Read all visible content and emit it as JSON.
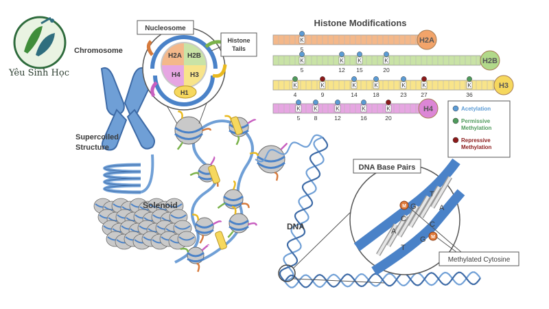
{
  "logo": {
    "text": "Yêu Sinh Học"
  },
  "labels": {
    "chromosome": "Chromosome",
    "supercoiled_1": "Supercoiled",
    "supercoiled_2": "Structure",
    "solenoid": "Solenoid",
    "nucleosome": "Nucleosome",
    "histone_tails_1": "Histone",
    "histone_tails_2": "Tails",
    "dna": "DNA",
    "dna_base_pairs": "DNA Base Pairs",
    "methylated_cytosine": "Methylated Cytosine"
  },
  "nucleosome_core": {
    "h2a": "H2A",
    "h2b": "H2B",
    "h4": "H4",
    "h3": "H3",
    "h1": "H1"
  },
  "histone_mods": {
    "title": "Histone Modifications",
    "tails": [
      {
        "name": "H2A",
        "color": "#f4b88a",
        "cap": "#f2a46a",
        "mods": [
          {
            "pos": "5",
            "type": "acetylation"
          }
        ]
      },
      {
        "name": "H2B",
        "color": "#c9e3a6",
        "cap": "#b2d98a",
        "mods": [
          {
            "pos": "5",
            "type": "acetylation"
          },
          {
            "pos": "12",
            "type": "acetylation"
          },
          {
            "pos": "15",
            "type": "acetylation"
          },
          {
            "pos": "20",
            "type": "acetylation"
          }
        ]
      },
      {
        "name": "H3",
        "color": "#f8e48a",
        "cap": "#f6d85e",
        "mods": [
          {
            "pos": "4",
            "type": "permissive"
          },
          {
            "pos": "9",
            "type": "repressive"
          },
          {
            "pos": "14",
            "type": "acetylation"
          },
          {
            "pos": "18",
            "type": "acetylation"
          },
          {
            "pos": "23",
            "type": "acetylation"
          },
          {
            "pos": "27",
            "type": "repressive"
          },
          {
            "pos": "36",
            "type": "permissive"
          }
        ]
      },
      {
        "name": "H4",
        "color": "#e6a6e2",
        "cap": "#dc86d6",
        "mods": [
          {
            "pos": "5",
            "type": "acetylation"
          },
          {
            "pos": "8",
            "type": "acetylation"
          },
          {
            "pos": "12",
            "type": "acetylation"
          },
          {
            "pos": "16",
            "type": "acetylation"
          },
          {
            "pos": "20",
            "type": "repressive"
          }
        ]
      }
    ],
    "residue": "K"
  },
  "legend": [
    {
      "type": "acetylation",
      "lines": [
        "Acetylation"
      ],
      "color": "#5b9bd5"
    },
    {
      "type": "permissive",
      "lines": [
        "Permissive",
        "Methylation"
      ],
      "color": "#4f9a5c"
    },
    {
      "type": "repressive",
      "lines": [
        "Repressive",
        "Methylation"
      ],
      "color": "#8b1a1a"
    }
  ],
  "bases": {
    "g1": "G",
    "t1": "T",
    "c1": "C",
    "a1": "A",
    "g2": "G",
    "c2": "C",
    "a2": "A",
    "t2": "T",
    "m1": "M",
    "m2": "M"
  }
}
